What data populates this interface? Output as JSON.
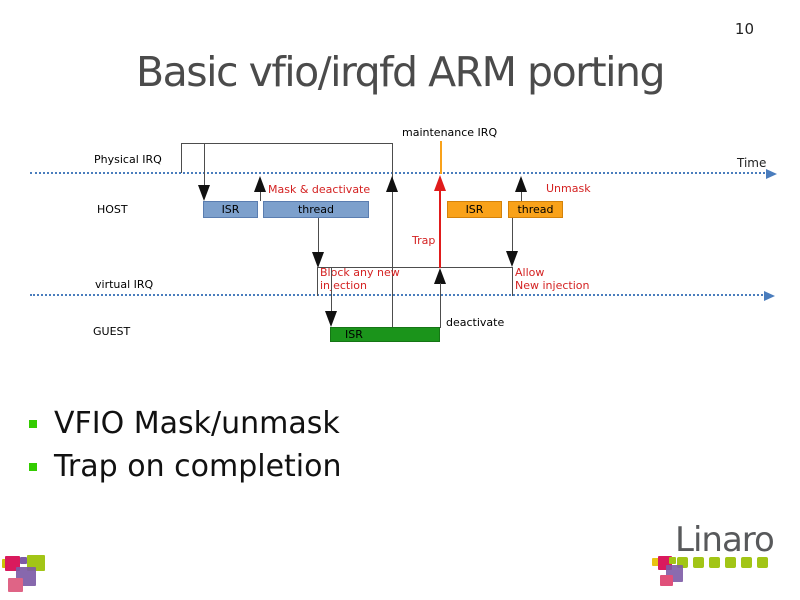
{
  "page_number": "10",
  "title": "Basic vfio/irqfd ARM porting",
  "diagram": {
    "labels": {
      "physical_irq": "Physical IRQ",
      "host": "HOST",
      "virtual_irq": "virtual IRQ",
      "guest": "GUEST",
      "time": "Time",
      "maintenance_irq": "maintenance IRQ",
      "mask_deactivate": "Mask & deactivate",
      "unmask": "Unmask",
      "trap": "Trap",
      "block_line1": "Block any new",
      "block_line2": "injection",
      "allow_line1": "Allow",
      "allow_line2": "New injection",
      "deactivate": "deactivate"
    },
    "boxes": {
      "host_isr1": "ISR",
      "host_thread1": "thread",
      "host_isr2": "ISR",
      "host_thread2": "thread",
      "guest_isr": "ISR"
    },
    "colors": {
      "host_box_blue": "#7da0cc",
      "host_box_orange": "#f9a21a",
      "guest_box_green": "#1b941b",
      "axis_blue": "#4a7dbd",
      "annotation_red": "#d42222",
      "maintenance_orange": "#f9a21a"
    }
  },
  "bullets": [
    {
      "label": "VFIO Mask/unmask"
    },
    {
      "label": "Trap on completion"
    }
  ],
  "bullet_color": "#33cc00",
  "logo": {
    "text": "Linaro",
    "colors": {
      "text_gray": "#58595b",
      "lime": "#a2c516",
      "crimson": "#d91a5d",
      "purple": "#7d5ba6"
    }
  }
}
